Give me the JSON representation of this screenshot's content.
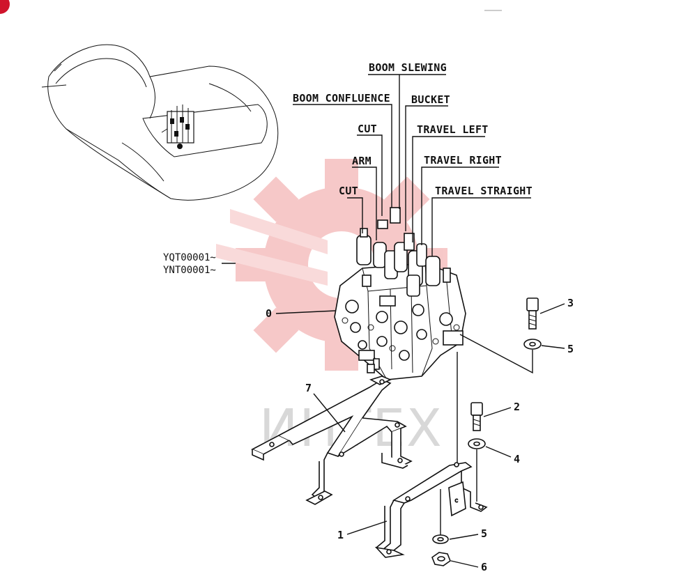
{
  "labels": {
    "boom_slewing": "BOOM SLEWING",
    "boom_confluence": "BOOM CONFLUENCE",
    "bucket": "BUCKET",
    "cut_top": "CUT",
    "travel_left": "TRAVEL LEFT",
    "arm": "ARM",
    "travel_right": "TRAVEL RIGHT",
    "cut_lower": "CUT",
    "travel_straight": "TRAVEL STRAIGHT"
  },
  "serials": {
    "line1": "YQT00001~",
    "line2": "YNT00001~"
  },
  "part_numbers": {
    "p0": "0",
    "p1": "1",
    "p2": "2",
    "p3": "3",
    "p4": "4",
    "p5a": "5",
    "p5b": "5",
    "p6": "6",
    "p7": "7"
  },
  "watermark": {
    "text": "ИНТЕХ"
  },
  "colors": {
    "ink": "#111111",
    "watermark_gear": "#f6c3c3",
    "watermark_text": "#d4d4d4",
    "corner_mark": "#d0142c"
  }
}
